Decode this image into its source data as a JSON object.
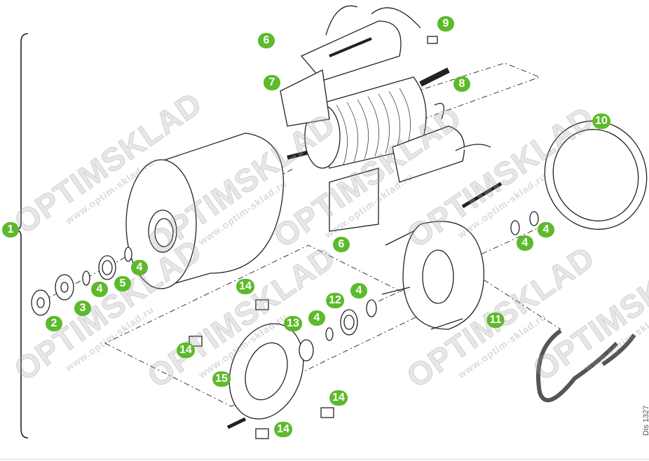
{
  "watermark": {
    "brand": "OPTIMSKLAD",
    "url": "www.optim-sklad.ru"
  },
  "reference": "Dis 1327",
  "callout_color": "#5dba2b",
  "callouts": [
    "1",
    "2",
    "3",
    "4",
    "5",
    "4",
    "6",
    "7",
    "8",
    "9",
    "10",
    "11",
    "12",
    "13",
    "4",
    "4",
    "4",
    "4",
    "6",
    "14",
    "14",
    "14",
    "14",
    "15"
  ]
}
